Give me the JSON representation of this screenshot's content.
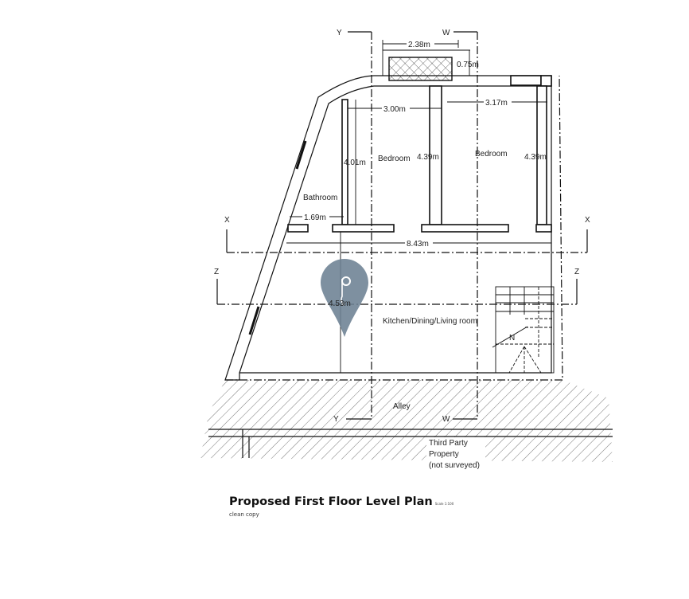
{
  "plan": {
    "title": "Proposed First Floor Level Plan",
    "scale": "Scale 1:100",
    "subtitle": "clean copy",
    "sections": {
      "y": "Y",
      "w": "W",
      "x": "X",
      "z": "Z"
    },
    "dimensions": {
      "tank_width": "2.38m",
      "tank_depth": "0.75m",
      "bedroom1_width": "3.00m",
      "bedroom2_width": "3.17m",
      "bedroom1_depth": "4.01m",
      "divider_depth": "4.39m",
      "bedroom2_depth": "4.39m",
      "bathroom_width": "1.69m",
      "overall_width": "8.43m",
      "living_depth": "4.53m"
    },
    "rooms": {
      "bedroom1": "Bedroom",
      "bedroom2": "Bedroom",
      "bathroom": "Bathroom",
      "living": "Kitchen/Dining/Living room",
      "alley": "Alley",
      "third_party": [
        "Third Party",
        "Property",
        "(not surveyed)"
      ]
    },
    "stair_label": "N"
  },
  "colors": {
    "pin": "#6d8193",
    "line": "#111111"
  }
}
